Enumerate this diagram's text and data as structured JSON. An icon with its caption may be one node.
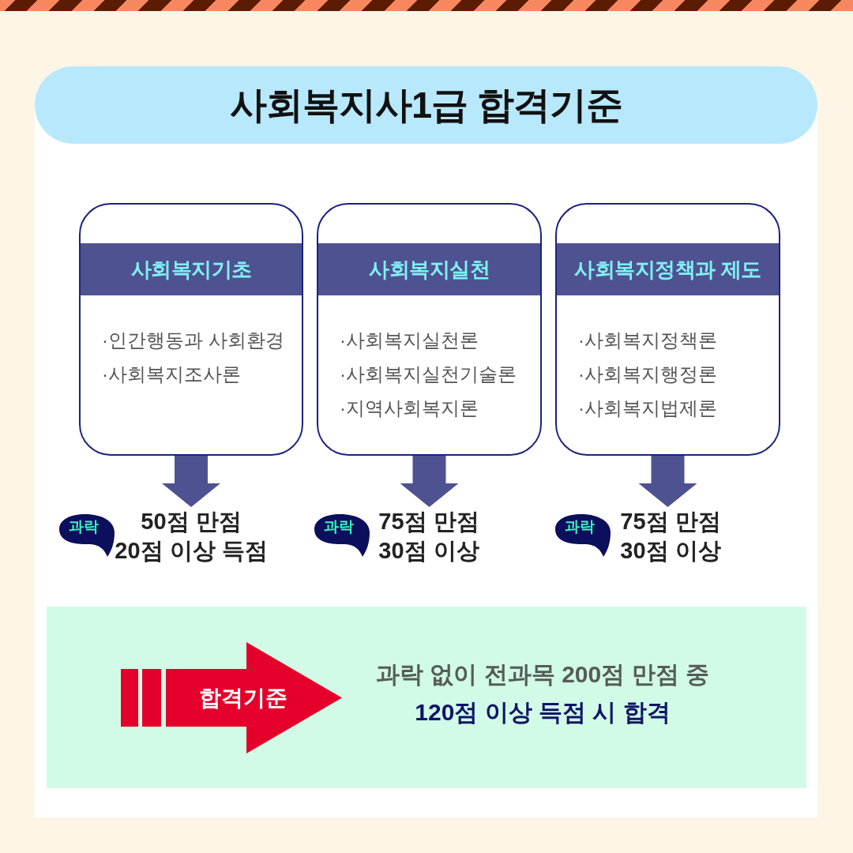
{
  "diagram": {
    "title": "사회복지사1급 합격기준",
    "nodes": [
      {
        "text": [
          "사회복지기초",
          "·인간행동과 사회환경",
          "·사회복지조사론"
        ]
      },
      {
        "text": [
          "사회복지실천",
          "·사회복지실천론",
          "·사회복지실천기술론",
          "·지역사회복지론"
        ]
      },
      {
        "text": [
          "사회복지정책과 제도",
          "·사회복지정책론",
          "·사회복지행정론",
          "·사회복지법제론"
        ]
      },
      {
        "text": [
          "과락"
        ]
      },
      {
        "text": [
          "50점 만점",
          "20점 이상 득점"
        ]
      },
      {
        "text": [
          "과락"
        ]
      },
      {
        "text": [
          "75점 만점",
          "30점 이상"
        ]
      },
      {
        "text": [
          "과락"
        ]
      },
      {
        "text": [
          "75점 만점",
          "30점 이상"
        ]
      },
      {
        "text": [
          "과락 없이 전과목 200점 만점 중",
          "120점 이상 득점 시 합격"
        ]
      },
      {
        "text": [
          "합격기준"
        ],
        "in": 9
      }
    ],
    "edges": [
      {
        "from": 0,
        "to": 4,
        "arrow": "to"
      },
      {
        "from": 1,
        "to": 6,
        "arrow": "to"
      },
      {
        "from": 2,
        "to": 8,
        "arrow": "to"
      }
    ]
  }
}
